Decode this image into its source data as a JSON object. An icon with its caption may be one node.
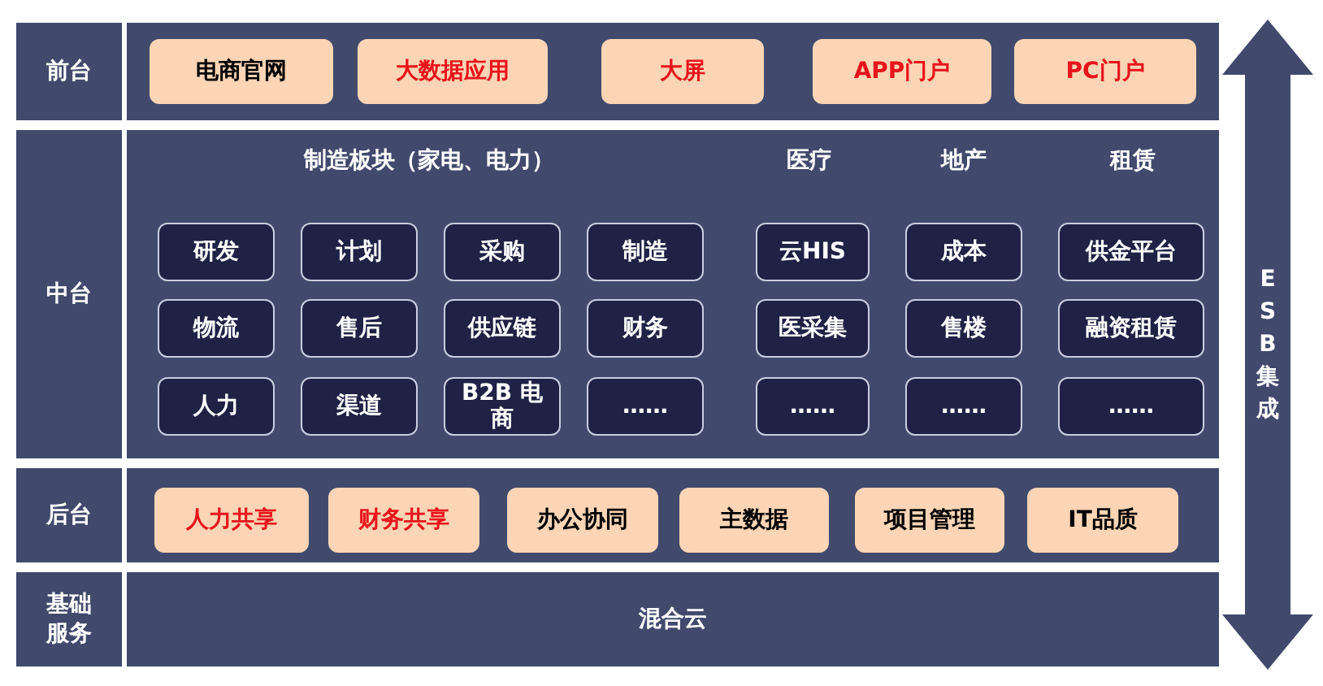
{
  "diagram": {
    "nodes": [
      {
        "text": [
          "前台"
        ]
      },
      {
        "text": [],
        "shape": "box"
      },
      {
        "text": [
          "电商官网"
        ],
        "in": 1
      },
      {
        "text": [
          "大数据应用"
        ],
        "in": 1
      },
      {
        "text": [
          "大屏"
        ],
        "in": 1
      },
      {
        "text": [
          "APP门户"
        ],
        "in": 1
      },
      {
        "text": [
          "PC门户"
        ],
        "in": 1
      },
      {
        "text": [
          "中台"
        ]
      },
      {
        "text": [],
        "shape": "box"
      },
      {
        "text": [
          "制造板块（家电、电力）"
        ],
        "in": 8
      },
      {
        "text": [
          "研发"
        ],
        "in": 9
      },
      {
        "text": [
          "计划"
        ],
        "in": 9
      },
      {
        "text": [
          "采购"
        ],
        "in": 9
      },
      {
        "text": [
          "制造"
        ],
        "in": 9
      },
      {
        "text": [
          "物流"
        ],
        "in": 9
      },
      {
        "text": [
          "售后"
        ],
        "in": 9
      },
      {
        "text": [
          "供应链"
        ],
        "in": 9
      },
      {
        "text": [
          "财务"
        ],
        "in": 9
      },
      {
        "text": [
          "人力"
        ],
        "in": 9
      },
      {
        "text": [
          "渠道"
        ],
        "in": 9
      },
      {
        "text": [
          "B2B 电商"
        ],
        "in": 9
      },
      {
        "text": [
          "……"
        ],
        "in": 9
      },
      {
        "text": [
          "医疗"
        ],
        "in": 8
      },
      {
        "text": [
          "云HIS"
        ],
        "in": 22
      },
      {
        "text": [
          "医采集"
        ],
        "in": 22
      },
      {
        "text": [
          "……"
        ],
        "in": 22
      },
      {
        "text": [
          "地产"
        ],
        "in": 8
      },
      {
        "text": [
          "成本"
        ],
        "in": 26
      },
      {
        "text": [
          "售楼"
        ],
        "in": 26
      },
      {
        "text": [
          "……"
        ],
        "in": 26
      },
      {
        "text": [
          "租赁"
        ],
        "in": 8
      },
      {
        "text": [
          "供金平台"
        ],
        "in": 30
      },
      {
        "text": [
          "融资租赁"
        ],
        "in": 30
      },
      {
        "text": [
          "……"
        ],
        "in": 30
      },
      {
        "text": [
          "后台"
        ]
      },
      {
        "text": [],
        "shape": "box"
      },
      {
        "text": [
          "人力共享"
        ],
        "in": 35
      },
      {
        "text": [
          "财务共享"
        ],
        "in": 35
      },
      {
        "text": [
          "办公协同"
        ],
        "in": 35
      },
      {
        "text": [
          "主数据"
        ],
        "in": 35
      },
      {
        "text": [
          "项目管理"
        ],
        "in": 35
      },
      {
        "text": [
          "IT品质"
        ],
        "in": 35
      },
      {
        "text": [
          "基础服务"
        ]
      },
      {
        "text": [
          "混合云"
        ]
      },
      {
        "text": [
          "ESB集成"
        ]
      }
    ]
  }
}
